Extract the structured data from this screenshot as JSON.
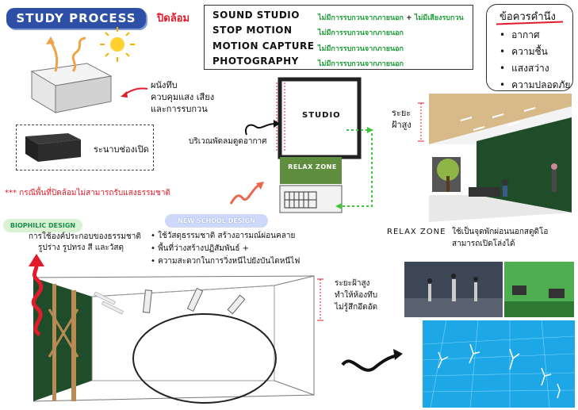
{
  "title": "STUDY PROCESS",
  "closed_label": "ปิดล้อม",
  "studio_types": [
    {
      "name": "SOUND STUDIO",
      "note": "ไม่มีการรบกวนจากภายนอก",
      "plus": "+",
      "note2": "ไม่มีเสียงรบกวน"
    },
    {
      "name": "STOP MOTION",
      "note": "ไม่มีการรบกวนจากภายนอก"
    },
    {
      "name": "MOTION CAPTURE",
      "note": "ไม่มีการรบกวนจากภายนอก"
    },
    {
      "name": "PHOTOGRAPHY",
      "note": "ไม่มีการรบกวนจากภายนอก"
    }
  ],
  "considerations": {
    "title": "ข้อควรคำนึง",
    "items": [
      "อากาศ",
      "ความชื้น",
      "แสงสว่าง",
      "ความปลอดภัย"
    ]
  },
  "wall_note": [
    "ผนังทึบ",
    "ควบคุมแสง เสียง",
    "และการรบกวน"
  ],
  "open_plane": "ระนาบช่องเปิด",
  "ventilation": "บริเวณพัดลมดูดอากาศ",
  "no_daylight": "*** กรณีพื้นที่ปิดล้อมไม่สามารถรับแสงธรรมชาติ",
  "studio_label": "STUDIO",
  "relax_zone_label": "RELAX ZONE",
  "ceiling_note_top": [
    "ระยะ",
    "ฝ้าสูง"
  ],
  "relax_zone": {
    "label": "RELAX ZONE",
    "desc": [
      "ใช้เป็นจุดพักผ่อนนอกสตูดิโอ",
      "สามารถเปิดโล่งได้"
    ]
  },
  "biophilic": {
    "label": "BIOPHILIC DESIGN",
    "desc": [
      "การใช้องค์ประกอบของธรรมชาติ",
      "รูปร่าง รูปทรง สี และวัสดุ"
    ]
  },
  "new_school": {
    "label": "NEW SCHOOL DESIGN",
    "bullets": [
      "ใช้วัสดุธรรมชาติ สร้างอารมณ์ผ่อนคลาย",
      "พื้นที่ว่างสร้างปฏิสัมพันธ์ +",
      "ความสะดวกในการวิ่งหนีไปยังบันไดหนีไฟ"
    ]
  },
  "ceiling_note_bottom": [
    "ระยะฝ้าสูง",
    "ทำให้ห้องทึบ",
    "ไม่รู้สึกอึดอัด"
  ],
  "colors": {
    "title_bg": "#2d4fa6",
    "accent_red": "#e11b2b",
    "note_green": "#1f9e3a",
    "relax_green": "#5f8f3e",
    "wall_green": "#1f4d2a"
  }
}
